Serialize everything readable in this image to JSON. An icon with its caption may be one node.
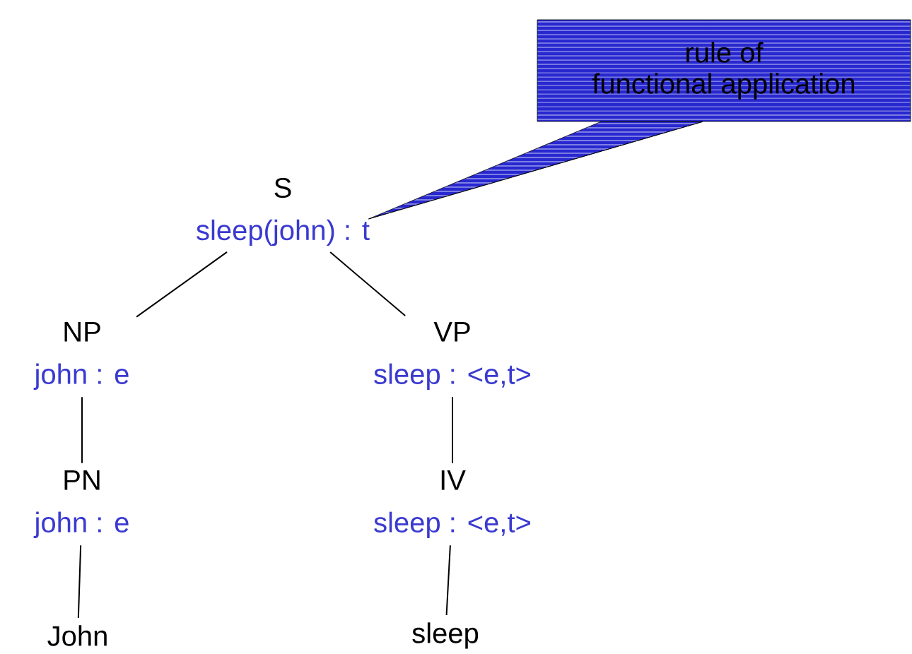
{
  "diagram": {
    "nodes": [
      {
        "text": [
          "S",
          "sleep(john) : t"
        ]
      },
      {
        "text": [
          "NP",
          "john : e"
        ]
      },
      {
        "text": [
          "VP",
          "sleep : <e,t>"
        ]
      },
      {
        "text": [
          "PN",
          "john : e"
        ]
      },
      {
        "text": [
          "IV",
          "sleep : <e,t>"
        ]
      },
      {
        "text": [
          "John"
        ]
      },
      {
        "text": [
          "sleep"
        ]
      },
      {
        "text": [
          "rule of functional application"
        ]
      }
    ],
    "edges": [
      {
        "from": 0,
        "to": 1,
        "arrow": "none"
      },
      {
        "from": 0,
        "to": 2,
        "arrow": "none"
      },
      {
        "from": 1,
        "to": 3,
        "arrow": "none"
      },
      {
        "from": 2,
        "to": 4,
        "arrow": "none"
      },
      {
        "from": 3,
        "to": 5,
        "arrow": "none"
      },
      {
        "from": 4,
        "to": 6,
        "arrow": "none"
      },
      {
        "from": 7,
        "to": 0,
        "arrow": "none"
      }
    ]
  }
}
